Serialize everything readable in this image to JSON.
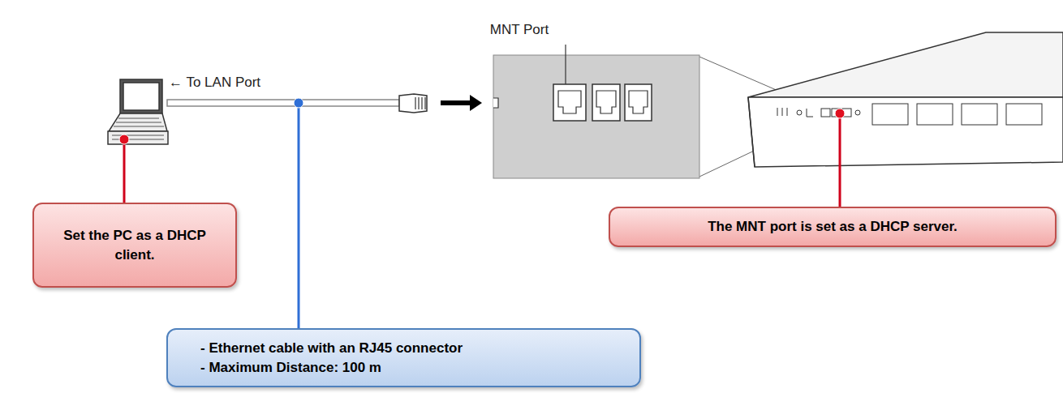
{
  "diagram": {
    "nodes": [
      {
        "text": [
          "Set the PC as a DHCP client."
        ]
      },
      {
        "text": [
          "The MNT port is set as a DHCP server."
        ]
      },
      {
        "text": [
          "- Ethernet cable with an RJ45 connector",
          "- Maximum Distance: 100 m"
        ]
      }
    ],
    "labels": [
      "MNT Port",
      "← To LAN Port"
    ]
  }
}
